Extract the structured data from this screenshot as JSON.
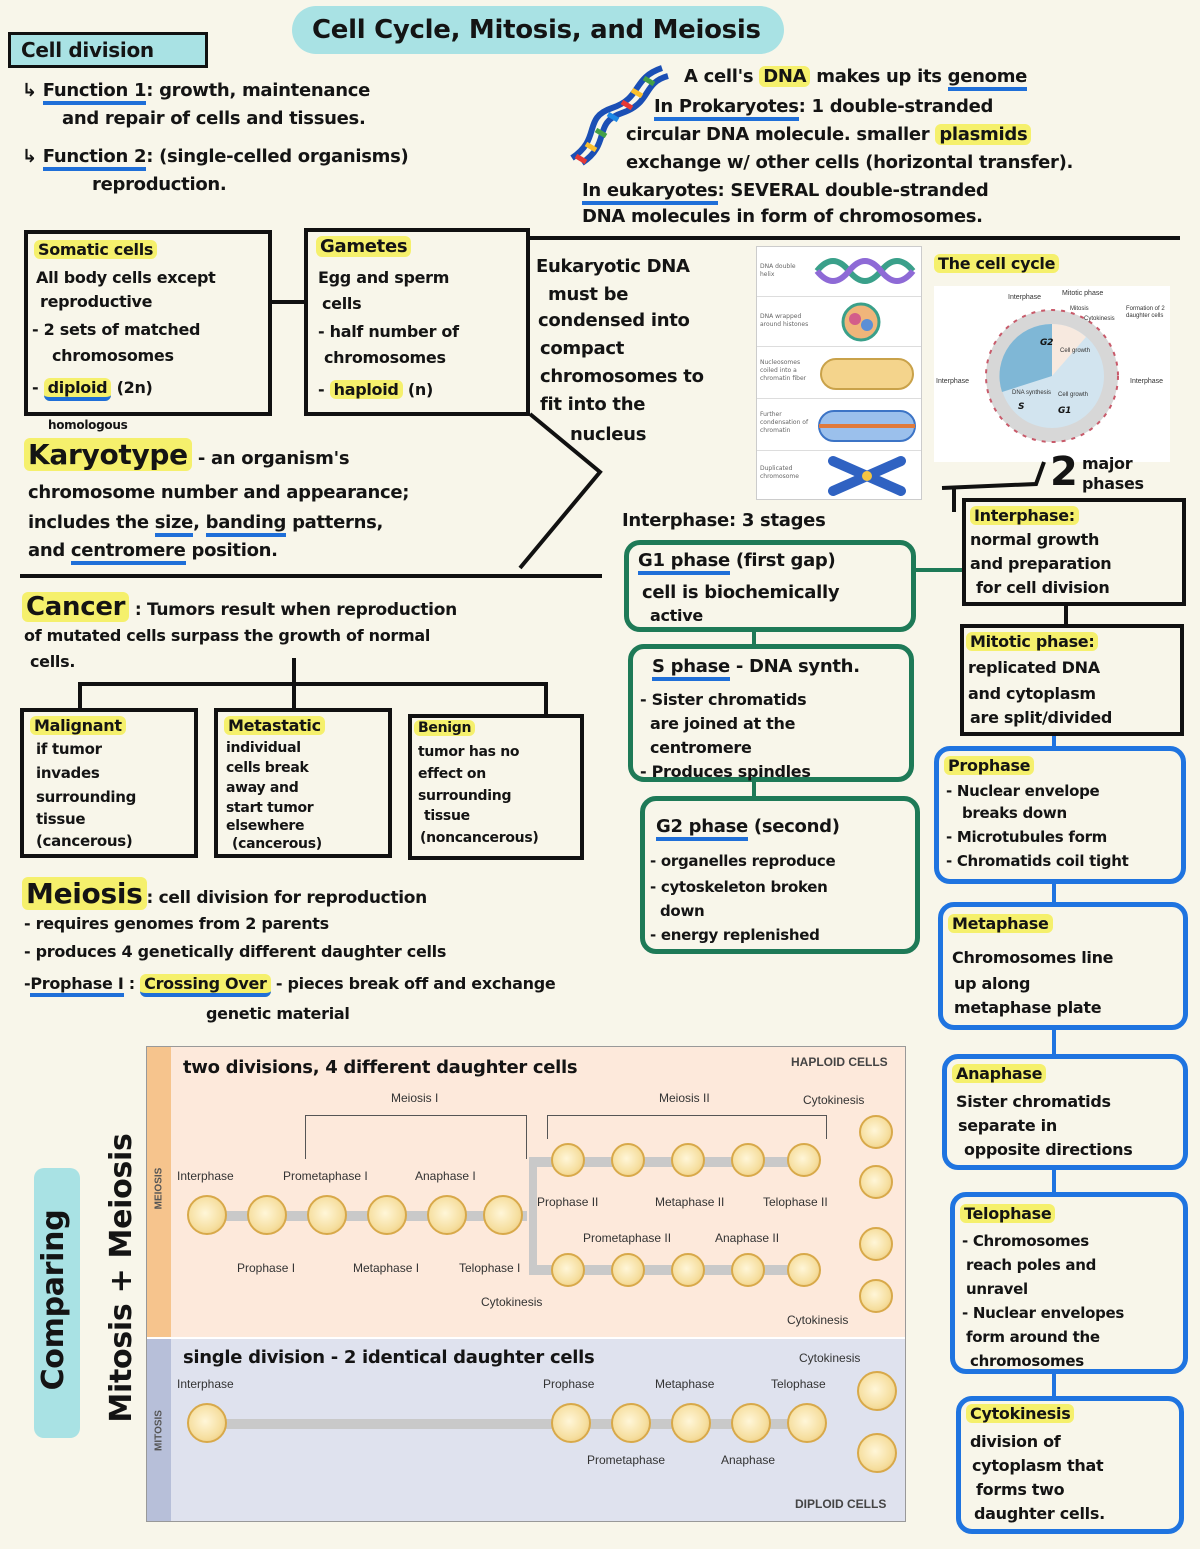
{
  "title": "Cell Cycle, Mitosis, and Meiosis",
  "cell_division": {
    "label": "Cell division",
    "function1_label": "Function 1",
    "function1_text": ": growth, maintenance",
    "function1_cont": "and repair of cells and tissues.",
    "function2_label": "Function 2",
    "function2_text": ": (single-celled organisms)",
    "function2_cont": "reproduction."
  },
  "genome": {
    "line1_pre": "A cell's ",
    "line1_dna": "DNA",
    "line1_post": " makes up its ",
    "line1_genome": "genome",
    "line2_label": "In Prokaryotes",
    "line2_text": ": 1 double-stranded",
    "line3": "circular DNA molecule. smaller",
    "line3_plasmids": "plasmids",
    "line4": "exchange w/ other cells (horizontal transfer).",
    "line5_label": "In eukaryotes",
    "line5_text": ": SEVERAL double-stranded",
    "line6": "DNA molecules in form of chromosomes."
  },
  "somatic": {
    "title": "Somatic cells",
    "l1": "All body cells except",
    "l2": "reproductive",
    "l3": "- 2 sets of matched",
    "l4": "chromosomes",
    "l5_hl": "diploid",
    "l5_rest": " (2n)"
  },
  "homologous": "homologous",
  "gametes": {
    "title": "Gametes",
    "l1": "Egg and sperm",
    "l2": "cells",
    "l3": "- half number of",
    "l4": "chromosomes",
    "l5_hl": "haploid",
    "l5_rest": " (n)"
  },
  "eukaryotic_dna": {
    "l1": "Eukaryotic DNA",
    "l2": "must be",
    "l3": "condensed into",
    "l4": "compact",
    "l5": "chromosomes to",
    "l6": "fit into the",
    "l7": "nucleus"
  },
  "karyotype": {
    "term": "Karyotype",
    "l1": " - an organism's",
    "l2": "chromosome number and appearance;",
    "l3_pre": "includes the ",
    "l3_size": "size",
    "l3_mid": ", ",
    "l3_banding": "banding",
    "l3_post": " patterns,",
    "l4_pre": "and ",
    "l4_centromere": "centromere",
    "l4_post": " position."
  },
  "cancer": {
    "term": "Cancer",
    "l1": " : Tumors result when reproduction",
    "l2": "of mutated cells surpass the growth of normal",
    "l3": "cells."
  },
  "malignant": {
    "title": "Malignant",
    "l1": "if tumor",
    "l2": "invades",
    "l3": "surrounding",
    "l4": "tissue",
    "l5": "(cancerous)"
  },
  "metastatic": {
    "title": "Metastatic",
    "l1": "individual",
    "l2": "cells break",
    "l3": "away and",
    "l4": "start tumor",
    "l5": "elsewhere",
    "l6": "(cancerous)"
  },
  "benign": {
    "title": "Benign",
    "l1": "tumor has no",
    "l2": "effect on",
    "l3": "surrounding",
    "l4": "tissue",
    "l5": "(noncancerous)"
  },
  "meiosis": {
    "term": "Meiosis",
    "l1": ": cell division for reproduction",
    "l2": "- requires genomes from 2 parents",
    "l3": "- produces 4 genetically different daughter cells",
    "l4_label": "Prophase I",
    "l4_colon": " : ",
    "l4_hl": "Crossing Over",
    "l4_post": " - pieces break off and exchange",
    "l5": "genetic material"
  },
  "condense_panel": {
    "rows": [
      "DNA double helix",
      "DNA wrapped around histones",
      "Nucleosomes coiled into a chromatin fiber",
      "Further condensation of chromatin",
      "Duplicated chromosome"
    ]
  },
  "cell_cycle": {
    "title": "The cell cycle",
    "labels": [
      "Interphase",
      "Mitotic phase",
      "Mitosis",
      "Cytokinesis",
      "Formation of 2 daughter cells",
      "Interphase",
      "Interphase",
      "Cell growth",
      "DNA synthesis",
      "Cell growth"
    ],
    "annot_s": "S",
    "annot_g1": "G1",
    "annot_g2": "G2",
    "two_major_num": "2",
    "two_major_text": "major phases"
  },
  "interphase_stages": "Interphase: 3 stages",
  "g1": {
    "title": "G1 phase",
    "paren": " (first gap)",
    "l1": "cell is biochemically",
    "l2": "active"
  },
  "s_phase": {
    "title": "S phase",
    "rest": " - DNA synth.",
    "l1": "- Sister chromatids",
    "l2": "are joined at the",
    "l3": "centromere",
    "l4": "- Produces spindles"
  },
  "g2": {
    "title": "G2 phase",
    "paren": " (second)",
    "l1": "- organelles reproduce",
    "l2": "- cytoskeleton broken",
    "l3": "down",
    "l4": "- energy replenished"
  },
  "interphase_box": {
    "title": "Interphase:",
    "l1": "normal growth",
    "l2": "and preparation",
    "l3": "for cell division"
  },
  "mitotic_box": {
    "title": "Mitotic phase:",
    "l1": "replicated DNA",
    "l2": "and cytoplasm",
    "l3": "are split/divided"
  },
  "prophase": {
    "title": "Prophase",
    "l1": "- Nuclear envelope",
    "l2": "breaks down",
    "l3": "- Microtubules form",
    "l4": "- Chromatids coil tight"
  },
  "metaphase": {
    "title": "Metaphase",
    "l1": "Chromosomes line",
    "l2": "up along",
    "l3": "metaphase plate"
  },
  "anaphase": {
    "title": "Anaphase",
    "l1": "Sister chromatids",
    "l2": "separate in",
    "l3": "opposite directions"
  },
  "telophase": {
    "title": "Telophase",
    "l1": "- Chromosomes",
    "l2": "reach poles and",
    "l3": "unravel",
    "l4": "- Nuclear envelopes",
    "l5": "form around the",
    "l6": "chromosomes"
  },
  "cytokinesis": {
    "title": "Cytokinesis",
    "l1": "division of",
    "l2": "cytoplasm that",
    "l3": "forms two",
    "l4": "daughter cells."
  },
  "comparing": {
    "l1": "Comparing",
    "l2": "Mitosis + Meiosis"
  },
  "diagram": {
    "meiosis_side": "MEIOSIS",
    "mitosis_side": "MITOSIS",
    "meiosis_note": "two divisions, 4 different daughter cells",
    "mitosis_note": "single division - 2 identical daughter cells",
    "haploid": "HAPLOID CELLS",
    "diploid": "DIPLOID CELLS",
    "meiosis1": "Meiosis I",
    "meiosis2": "Meiosis II",
    "cytokinesis": "Cytokinesis",
    "labels_top": [
      "Interphase",
      "Prometaphase I",
      "Anaphase I"
    ],
    "labels_bottom": [
      "Prophase I",
      "Metaphase I",
      "Telophase I"
    ],
    "cytokinesis_mid": "Cytokinesis",
    "top2": [
      "Prophase II",
      "Metaphase II",
      "Telophase II"
    ],
    "bottom2": [
      "Prometaphase II",
      "Anaphase II"
    ],
    "cytokinesis_bot": "Cytokinesis",
    "mit_interphase": "Interphase",
    "mit_top": [
      "Prophase",
      "Metaphase",
      "Telophase"
    ],
    "mit_bottom": [
      "Prometaphase",
      "Anaphase"
    ],
    "mit_cytokinesis": "Cytokinesis"
  },
  "colors": {
    "yellow": "#f5f06c",
    "cyan": "#a9e2e4",
    "green": "#1e7a57",
    "blue": "#1f74e0",
    "paper": "#f8f6ea"
  }
}
